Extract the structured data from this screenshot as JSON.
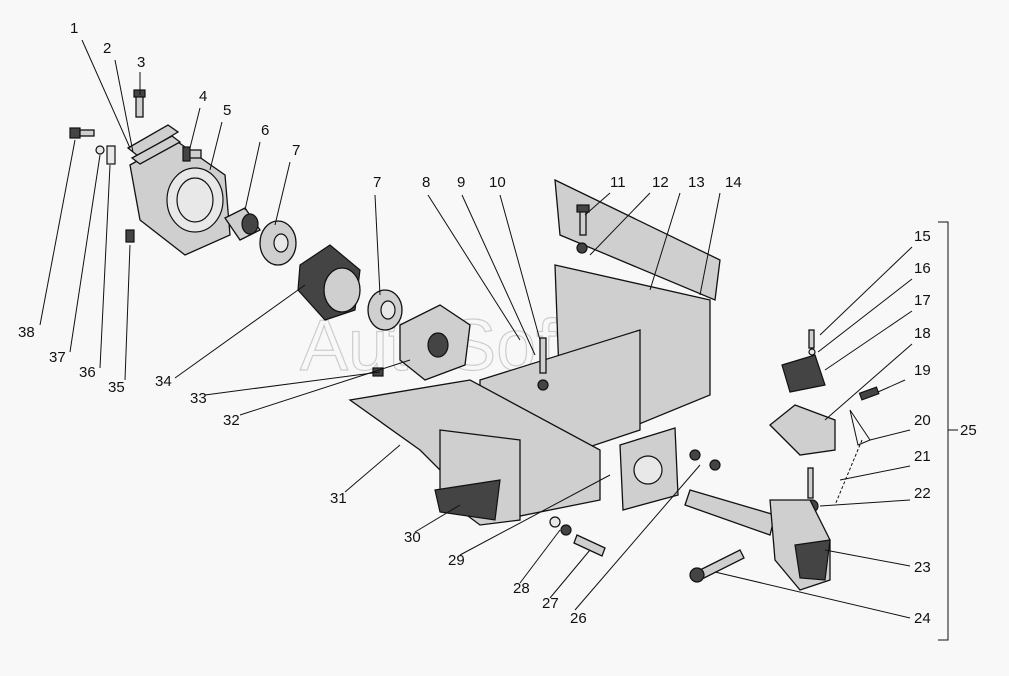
{
  "watermark": "AutoSoft",
  "callouts": [
    "1",
    "2",
    "3",
    "4",
    "5",
    "6",
    "7",
    "7",
    "8",
    "9",
    "10",
    "11",
    "12",
    "13",
    "14",
    "15",
    "16",
    "17",
    "18",
    "19",
    "20",
    "21",
    "22",
    "23",
    "24",
    "25",
    "26",
    "27",
    "28",
    "29",
    "30",
    "31",
    "32",
    "33",
    "34",
    "35",
    "36",
    "37",
    "38"
  ]
}
